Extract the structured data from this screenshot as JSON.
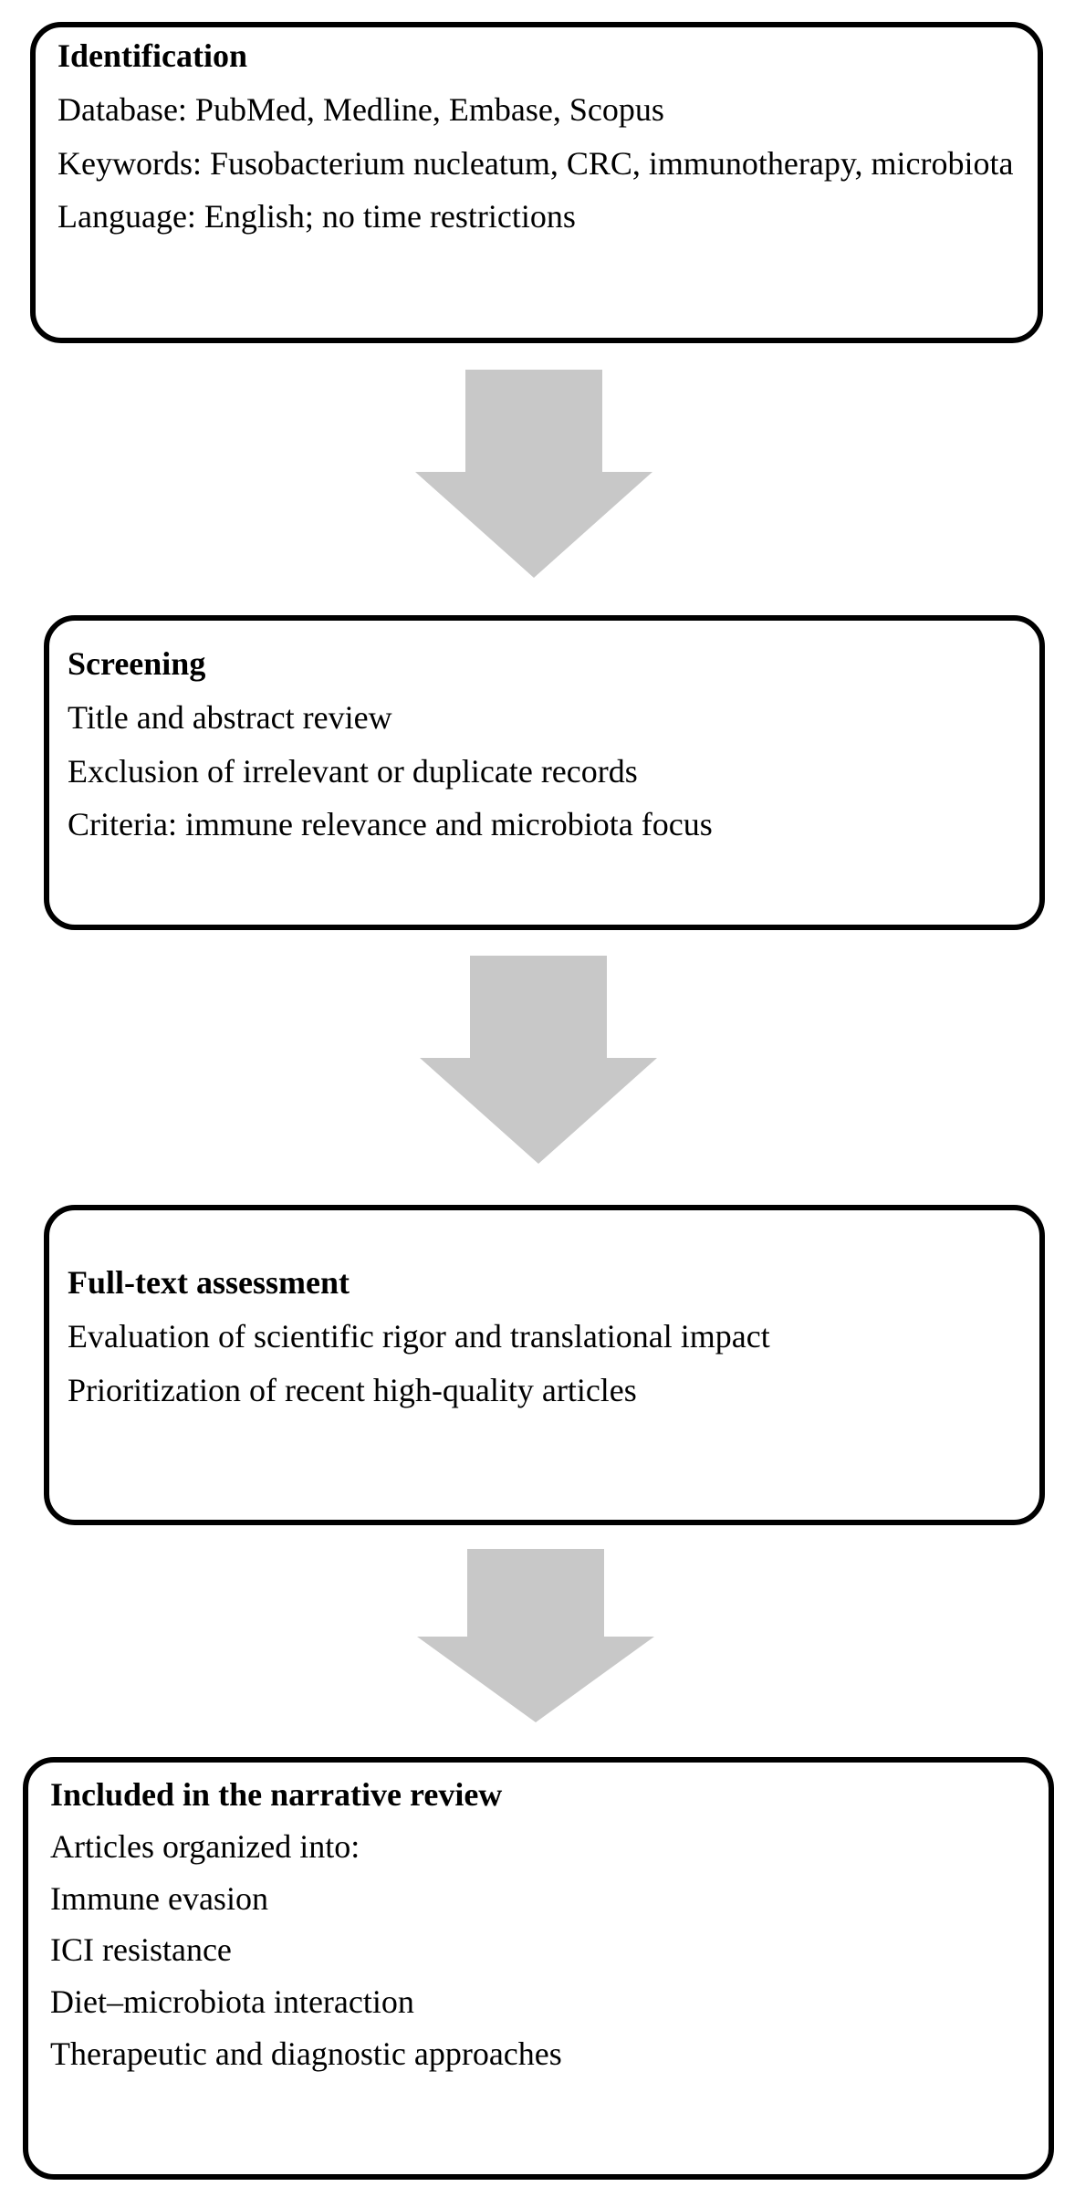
{
  "colors": {
    "arrow": "#c8c8c8",
    "box_border": "#000000",
    "text": "#000000",
    "background": "#ffffff"
  },
  "boxes": [
    {
      "title": "Identification",
      "lines": [
        "Database: PubMed, Medline, Embase, Scopus",
        "Keywords: Fusobacterium nucleatum, CRC, immunotherapy, microbiota",
        "Language: English; no time restrictions"
      ]
    },
    {
      "title": "Screening",
      "lines": [
        "Title and abstract review",
        "Exclusion of irrelevant or duplicate records",
        "Criteria: immune relevance and microbiota focus"
      ]
    },
    {
      "title": "Full-text assessment",
      "lines": [
        "Evaluation of scientific rigor and translational impact",
        "Prioritization of recent high-quality articles"
      ]
    },
    {
      "title": "Included in the narrative review",
      "lines": [
        "Articles organized into:",
        "Immune evasion",
        "ICI resistance",
        "Diet–microbiota interaction",
        "Therapeutic and diagnostic approaches"
      ]
    }
  ]
}
